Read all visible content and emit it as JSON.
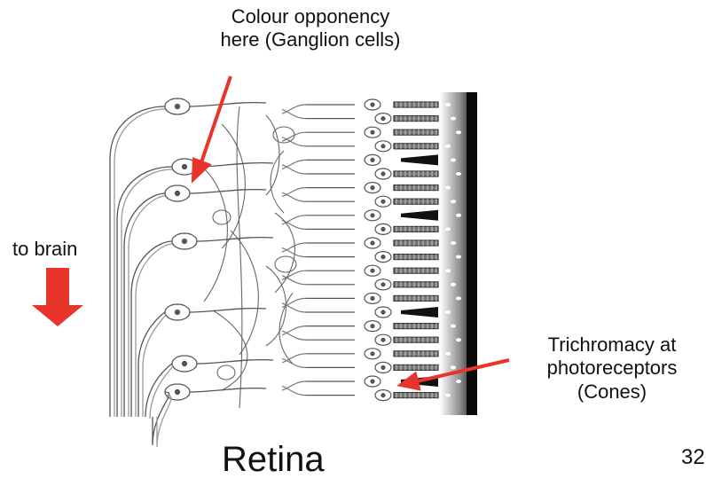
{
  "annotations": {
    "top": "Colour opponency\nhere (Ganglion cells)",
    "left": "to brain",
    "right": "Trichromacy at\nphotoreceptors\n(Cones)"
  },
  "title": "Retina",
  "page_number": "32",
  "colors": {
    "arrow": "#e8342a",
    "line": "#555555",
    "dark": "#111111"
  }
}
